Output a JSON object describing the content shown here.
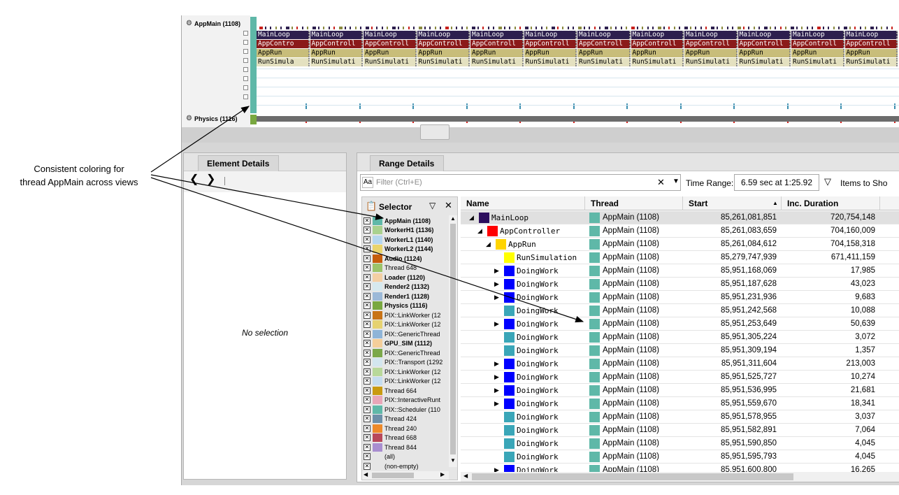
{
  "annotation": {
    "line1": "Consistent coloring for",
    "line2": "thread AppMain across views"
  },
  "timeline": {
    "threads": [
      {
        "name": "AppMain (1108)",
        "color": "#5fb8a8"
      },
      {
        "name": "Physics (1116)",
        "color": "#79a840"
      }
    ],
    "lanes": [
      {
        "label": "MainLoop",
        "color": "#2d1f4e",
        "text_color": "#ffffff"
      },
      {
        "label": "AppController",
        "color": "#8b1a1a",
        "text_color": "#ffffff"
      },
      {
        "label": "AppRun",
        "color": "#c8bd7a",
        "text_color": "#000000"
      },
      {
        "label": "RunSimulation",
        "color": "#e4e1c0",
        "text_color": "#000000"
      }
    ],
    "lane_first_labels": [
      "MainLoop",
      "AppContro",
      "AppRun",
      "RunSimula"
    ],
    "lane_labels": [
      "MainLoop",
      "AppControll",
      "AppRun",
      "RunSimulati"
    ]
  },
  "element_details": {
    "tab": "Element Details",
    "empty": "No selection"
  },
  "range_details": {
    "tab": "Range Details",
    "filter": {
      "case_label": "Aa",
      "placeholder": "Filter (Ctrl+E)"
    },
    "time_range_label": "Time Range:",
    "time_range_value": "6.59 sec at 1:25.92",
    "items_to_show": "Items to Sho"
  },
  "selector": {
    "title": "Selector",
    "items": [
      {
        "label": "AppMain (1108)",
        "bold": true,
        "color": "#5fb8a8",
        "checked": true
      },
      {
        "label": "WorkerH1 (1136)",
        "bold": true,
        "color": "#a9d18e",
        "checked": true
      },
      {
        "label": "WorkerL1 (1140)",
        "bold": true,
        "color": "#b4d6ee",
        "checked": true
      },
      {
        "label": "WorkerL2 (1144)",
        "bold": true,
        "color": "#e9d46b",
        "checked": true
      },
      {
        "label": "Audio (1124)",
        "bold": true,
        "color": "#c65e0c",
        "checked": true
      },
      {
        "label": "Thread 648",
        "bold": false,
        "color": "#9cc46a",
        "checked": true
      },
      {
        "label": "Loader (1120)",
        "bold": true,
        "color": "#f3cfa4",
        "checked": true
      },
      {
        "label": "Render2 (1132)",
        "bold": true,
        "color": "#d6e9ef",
        "checked": true
      },
      {
        "label": "Render1 (1128)",
        "bold": true,
        "color": "#9cb9d8",
        "checked": true
      },
      {
        "label": "Physics (1116)",
        "bold": true,
        "color": "#79a840",
        "checked": true
      },
      {
        "label": "PIX::LinkWorker (12",
        "bold": false,
        "color": "#c87316",
        "checked": true
      },
      {
        "label": "PIX::LinkWorker (12",
        "bold": false,
        "color": "#e6d270",
        "checked": true
      },
      {
        "label": "PIX::GenericThread",
        "bold": false,
        "color": "#8eb4d8",
        "checked": true
      },
      {
        "label": "GPU_SIM (1112)",
        "bold": true,
        "color": "#f4ce9a",
        "checked": true
      },
      {
        "label": "PIX::GenericThread",
        "bold": false,
        "color": "#7ba84a",
        "checked": true
      },
      {
        "label": "PIX::Transport (1292",
        "bold": false,
        "color": "#d3e6ef",
        "checked": true
      },
      {
        "label": "PIX::LinkWorker (12",
        "bold": false,
        "color": "#b8d89a",
        "checked": true
      },
      {
        "label": "PIX::LinkWorker (12",
        "bold": false,
        "color": "#c4dcef",
        "checked": true
      },
      {
        "label": "Thread 664",
        "bold": false,
        "color": "#c99a10",
        "checked": true
      },
      {
        "label": "PIX::InteractiveRunt",
        "bold": false,
        "color": "#e9a6b8",
        "checked": true
      },
      {
        "label": "PIX::Scheduler (110",
        "bold": false,
        "color": "#5fb8a8",
        "checked": true
      },
      {
        "label": "Thread 424",
        "bold": false,
        "color": "#6d8fa8",
        "checked": true
      },
      {
        "label": "Thread 240",
        "bold": false,
        "color": "#ee8a2a",
        "checked": true
      },
      {
        "label": "Thread 668",
        "bold": false,
        "color": "#b8485a",
        "checked": true
      },
      {
        "label": "Thread 844",
        "bold": false,
        "color": "#a98ed0",
        "checked": true
      },
      {
        "label": "(all)",
        "bold": false,
        "color": "",
        "checked": true
      },
      {
        "label": "(non-empty)",
        "bold": false,
        "color": "",
        "checked": true
      }
    ]
  },
  "table": {
    "columns": [
      "Name",
      "Thread",
      "Start",
      "Inc. Duration"
    ],
    "rows": [
      {
        "name": "MainLoop",
        "depth": 0,
        "expander": "open",
        "color": "#2d0f5e",
        "thread": "AppMain (1108)",
        "start": "85,261,081,851",
        "duration": "720,754,148"
      },
      {
        "name": "AppController",
        "depth": 1,
        "expander": "open",
        "color": "#ff0000",
        "thread": "AppMain (1108)",
        "start": "85,261,083,659",
        "duration": "704,160,009"
      },
      {
        "name": "AppRun",
        "depth": 2,
        "expander": "open",
        "color": "#ffd400",
        "thread": "AppMain (1108)",
        "start": "85,261,084,612",
        "duration": "704,158,318"
      },
      {
        "name": "RunSimulation",
        "depth": 3,
        "expander": "none",
        "color": "#ffff00",
        "thread": "AppMain (1108)",
        "start": "85,279,747,939",
        "duration": "671,411,159"
      },
      {
        "name": "DoingWork",
        "depth": 3,
        "expander": "closed",
        "color": "#0000ff",
        "thread": "AppMain (1108)",
        "start": "85,951,168,069",
        "duration": "17,985"
      },
      {
        "name": "DoingWork",
        "depth": 3,
        "expander": "closed",
        "color": "#0000ff",
        "thread": "AppMain (1108)",
        "start": "85,951,187,628",
        "duration": "43,023"
      },
      {
        "name": "DoingWork",
        "depth": 3,
        "expander": "closed",
        "color": "#0000ff",
        "thread": "AppMain (1108)",
        "start": "85,951,231,936",
        "duration": "9,683"
      },
      {
        "name": "DoingWork",
        "depth": 3,
        "expander": "none",
        "color": "#3aa6b8",
        "thread": "AppMain (1108)",
        "start": "85,951,242,568",
        "duration": "10,088"
      },
      {
        "name": "DoingWork",
        "depth": 3,
        "expander": "closed",
        "color": "#0000ff",
        "thread": "AppMain (1108)",
        "start": "85,951,253,649",
        "duration": "50,639"
      },
      {
        "name": "DoingWork",
        "depth": 3,
        "expander": "none",
        "color": "#3aa6b8",
        "thread": "AppMain (1108)",
        "start": "85,951,305,224",
        "duration": "3,072"
      },
      {
        "name": "DoingWork",
        "depth": 3,
        "expander": "none",
        "color": "#3aa6b8",
        "thread": "AppMain (1108)",
        "start": "85,951,309,194",
        "duration": "1,357"
      },
      {
        "name": "DoingWork",
        "depth": 3,
        "expander": "closed",
        "color": "#0000ff",
        "thread": "AppMain (1108)",
        "start": "85,951,311,604",
        "duration": "213,003"
      },
      {
        "name": "DoingWork",
        "depth": 3,
        "expander": "closed",
        "color": "#0000ff",
        "thread": "AppMain (1108)",
        "start": "85,951,525,727",
        "duration": "10,274"
      },
      {
        "name": "DoingWork",
        "depth": 3,
        "expander": "closed",
        "color": "#0000ff",
        "thread": "AppMain (1108)",
        "start": "85,951,536,995",
        "duration": "21,681"
      },
      {
        "name": "DoingWork",
        "depth": 3,
        "expander": "closed",
        "color": "#0000ff",
        "thread": "AppMain (1108)",
        "start": "85,951,559,670",
        "duration": "18,341"
      },
      {
        "name": "DoingWork",
        "depth": 3,
        "expander": "none",
        "color": "#3aa6b8",
        "thread": "AppMain (1108)",
        "start": "85,951,578,955",
        "duration": "3,037"
      },
      {
        "name": "DoingWork",
        "depth": 3,
        "expander": "none",
        "color": "#3aa6b8",
        "thread": "AppMain (1108)",
        "start": "85,951,582,891",
        "duration": "7,064"
      },
      {
        "name": "DoingWork",
        "depth": 3,
        "expander": "none",
        "color": "#3aa6b8",
        "thread": "AppMain (1108)",
        "start": "85,951,590,850",
        "duration": "4,045"
      },
      {
        "name": "DoingWork",
        "depth": 3,
        "expander": "none",
        "color": "#3aa6b8",
        "thread": "AppMain (1108)",
        "start": "85,951,595,793",
        "duration": "4,045"
      },
      {
        "name": "DoingWork",
        "depth": 3,
        "expander": "closed",
        "color": "#0000ff",
        "thread": "AppMain (1108)",
        "start": "85,951,600,800",
        "duration": "16,265"
      }
    ],
    "thread_color": "#5fb8a8"
  }
}
